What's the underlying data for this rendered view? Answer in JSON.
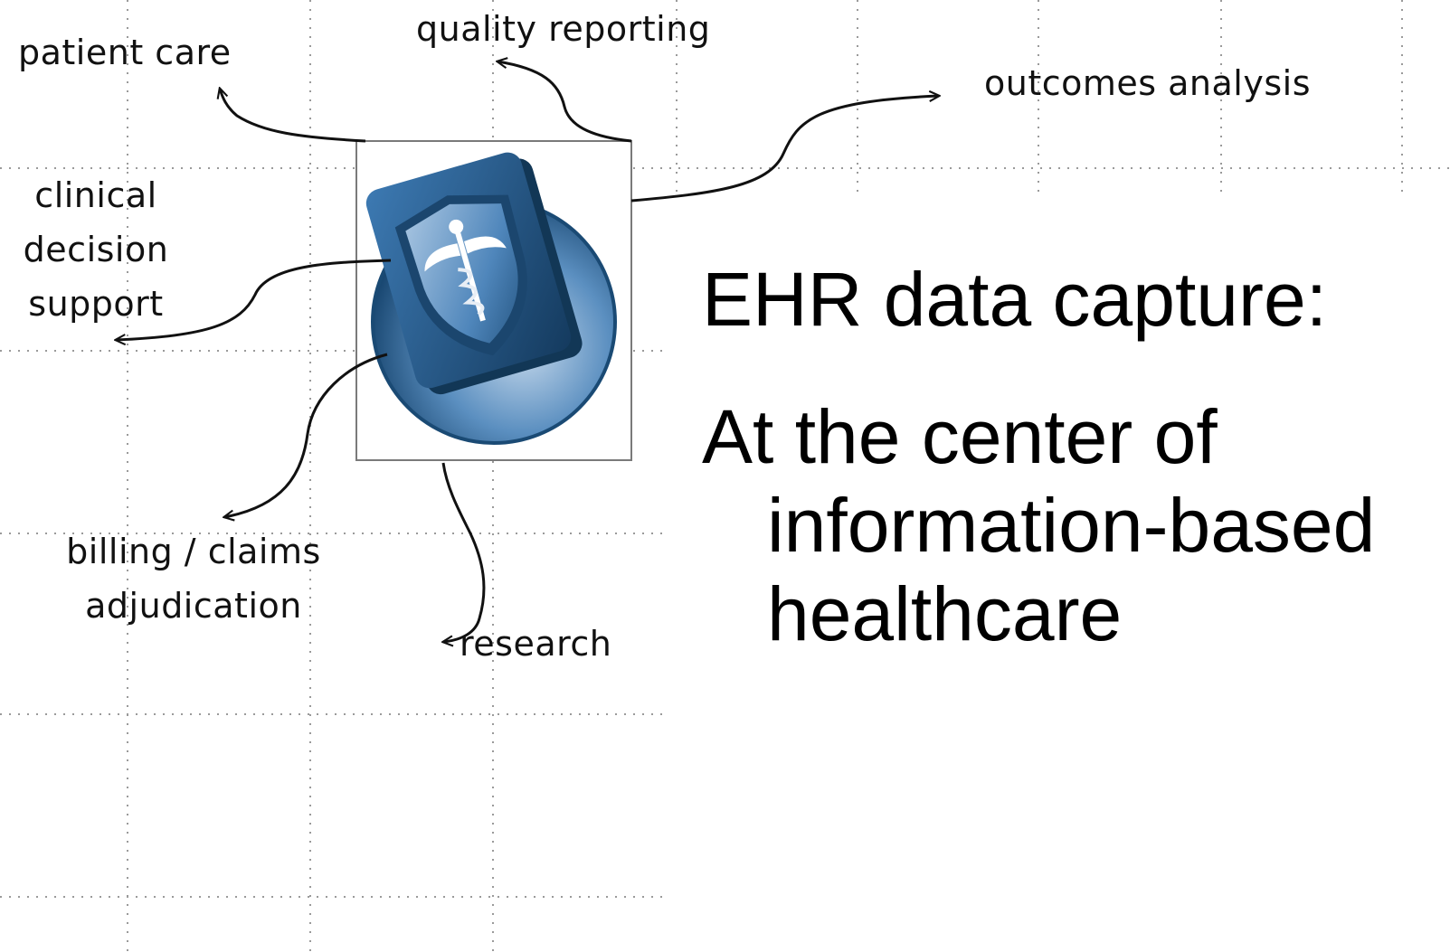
{
  "diagram": {
    "labels": {
      "patient_care": "patient care",
      "quality_reporting": "quality reporting",
      "outcomes_analysis": "outcomes analysis",
      "clinical_decision_support": "clinical\ndecision\nsupport",
      "billing_claims": "billing / claims\nadjudication",
      "research": "research"
    },
    "icon": "medical-records-caduceus-icon"
  },
  "title": {
    "line1": "EHR data capture:",
    "line2": "At the center of",
    "line3": "information-based",
    "line4": "healthcare"
  },
  "colors": {
    "icon_dark": "#1f4e79",
    "icon_mid": "#2e6da4",
    "icon_light": "#8fb4d6",
    "grid_dots": "#9a9a9a",
    "arrow": "#111111",
    "frame": "#7a7a7a"
  }
}
